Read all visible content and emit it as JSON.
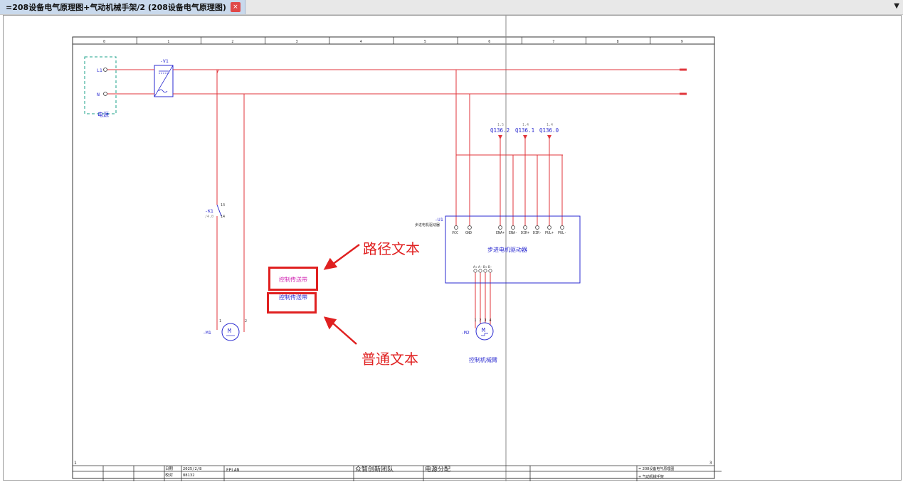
{
  "tab": {
    "title": "=208设备电气原理图+气动机械手架/2 (208设备电气原理图)",
    "close_glyph": "×",
    "dropdown_glyph": "▼"
  },
  "ruler": {
    "columns": [
      "0",
      "1",
      "2",
      "3",
      "4",
      "5",
      "6",
      "7",
      "8",
      "9"
    ]
  },
  "schematic": {
    "power": {
      "terminal_l1": "L1",
      "terminal_n": "N",
      "label": "电源",
      "psu_tag": "-V1"
    },
    "relay": {
      "tag": "-K1",
      "ref": "/4.0",
      "pin_a": "13",
      "pin_b": "14"
    },
    "motor1": {
      "tag": "-M1",
      "symbol": "M",
      "pin_1": "1",
      "pin_2": "2"
    },
    "plc_outputs": [
      {
        "ref": "1.5",
        "label": "Q136.2"
      },
      {
        "ref": "1.4",
        "label": "Q136.1"
      },
      {
        "ref": "1.4",
        "label": "Q136.0"
      }
    ],
    "driver": {
      "tag": "-U1",
      "subtitle": "步进电机驱动器",
      "name": "步进电机驱动器",
      "pins": [
        "VCC",
        "GND",
        "ENA+",
        "ENA-",
        "DIR+",
        "DIR-",
        "PUL+",
        "PUL-"
      ],
      "bottom_pins": [
        "A+",
        "A-",
        "B+",
        "B-"
      ]
    },
    "motor2": {
      "tag": "-M2",
      "symbol": "M",
      "label": "控制机械臂",
      "pins": [
        "1",
        "2",
        "3",
        "4"
      ]
    },
    "path_text": "控制传送带",
    "normal_text": "控制传送带",
    "page_left": "1",
    "page_right": "3"
  },
  "annotations": {
    "path_text": "路径文本",
    "normal_text": "普通文本"
  },
  "title_block": {
    "date_label": "日期",
    "date_value": "2025/2/8",
    "check_label": "校对",
    "check_value": "88132",
    "software": "EPLAN",
    "company": "众智创新团队",
    "drawing": "电源分配",
    "project": "= 208设备电气原理图",
    "location": "+ 气动机械手架"
  },
  "colors": {
    "wire": "#e0353b",
    "component": "#2a2ad0",
    "frame": "#333333",
    "annotation": "#e02020",
    "path_text": "#d020b0"
  }
}
